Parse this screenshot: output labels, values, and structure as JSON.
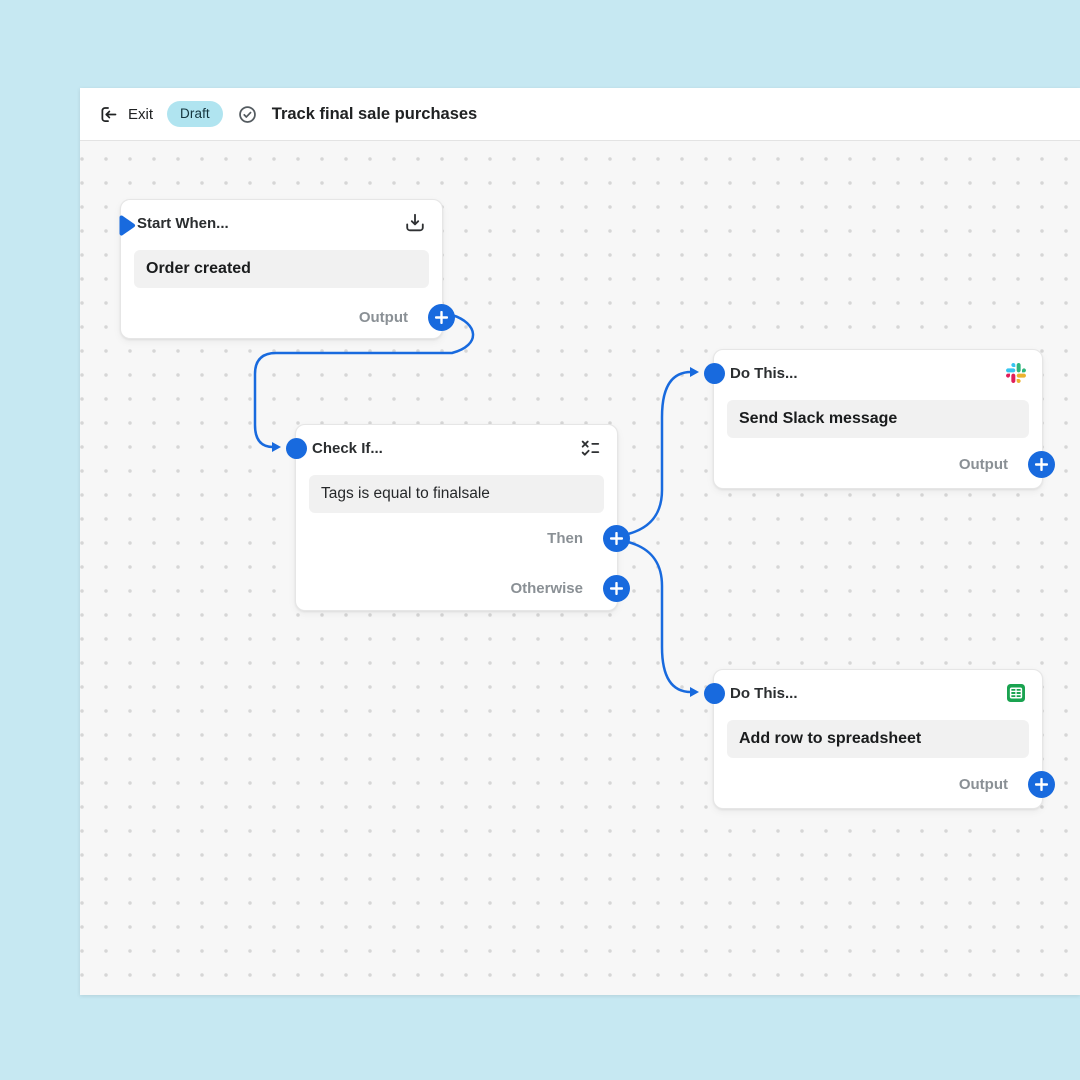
{
  "colors": {
    "accent_blue": "#186ade",
    "page_background": "#c6e8f2",
    "canvas_background": "#f7f7f7",
    "canvas_dot": "#d6d6d6",
    "badge_background": "#b0e4f0",
    "badge_text": "#14343d",
    "card_value_background": "#f1f1f1",
    "slack_blue": "#36c5f0",
    "slack_green": "#2eb67d",
    "slack_yellow": "#ecb22e",
    "slack_red": "#e01e5a",
    "sheets_green": "#1aa350"
  },
  "topbar": {
    "exit_label": "Exit",
    "exit_icon": "exit-arrow-icon",
    "badge_label": "Draft",
    "status_icon": "check-circle-icon",
    "title": "Track final sale purchases"
  },
  "cards": {
    "trigger": {
      "header": "Start When...",
      "icon": "import-tray-icon",
      "value": "Order created",
      "ports": [
        {
          "label": "Output"
        }
      ]
    },
    "condition": {
      "header": "Check If...",
      "icon": "condition-checklist-icon",
      "value": "Tags is equal to finalsale",
      "ports": [
        {
          "label": "Then"
        },
        {
          "label": "Otherwise"
        }
      ]
    },
    "action_slack": {
      "header": "Do This...",
      "icon": "slack-icon",
      "value": "Send Slack message",
      "ports": [
        {
          "label": "Output"
        }
      ]
    },
    "action_sheets": {
      "header": "Do This...",
      "icon": "google-sheets-icon",
      "value": "Add row to spreadsheet",
      "ports": [
        {
          "label": "Output"
        }
      ]
    }
  }
}
